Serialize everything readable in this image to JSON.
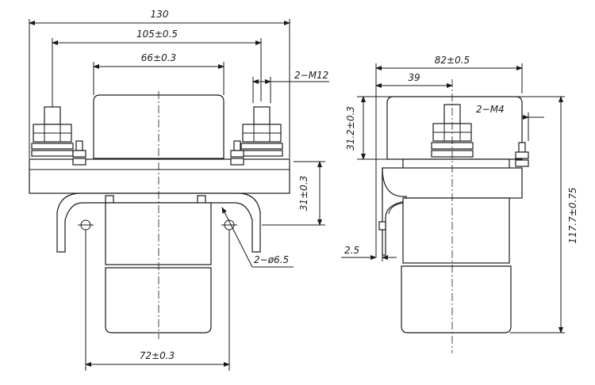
{
  "front_view": {
    "dim_total_width": "130",
    "dim_terminal_spacing": "105±0.5",
    "dim_cover_width": "66±0.3",
    "dim_thread_main": "2−M12",
    "dim_flange_height": "31±0.3",
    "dim_hole_diameter": "2−ø6.5",
    "dim_hole_spacing": "72±0.3"
  },
  "side_view": {
    "dim_depth": "82±0.5",
    "dim_offset": "39",
    "dim_thread_aux": "2−M4",
    "dim_top_height": "31.2±0.3",
    "dim_overall_height": "117.7±0.75",
    "dim_bracket_thickness": "2.5"
  }
}
